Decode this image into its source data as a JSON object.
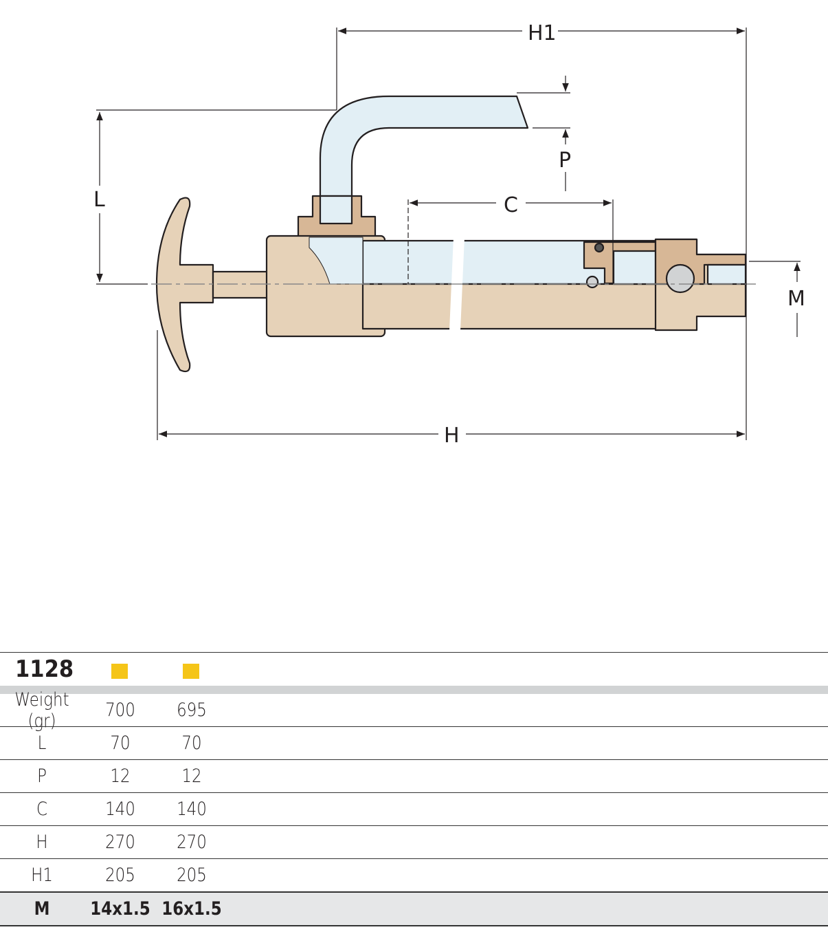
{
  "drawing": {
    "dimension_labels": {
      "H1": "H1",
      "P": "P",
      "L": "L",
      "C": "C",
      "M": "M",
      "H": "H"
    },
    "colors": {
      "body": "#e6d2b8",
      "section": "#d7b796",
      "fluid": "#e2eff5",
      "outline": "#231f20"
    }
  },
  "table": {
    "model": "1128",
    "swatch_color": "#f5c518",
    "rows": [
      {
        "label": "Weight (gr)",
        "v1": "700",
        "v2": "695"
      },
      {
        "label": "L",
        "v1": "70",
        "v2": "70"
      },
      {
        "label": "P",
        "v1": "12",
        "v2": "12"
      },
      {
        "label": "C",
        "v1": "140",
        "v2": "140"
      },
      {
        "label": "H",
        "v1": "270",
        "v2": "270"
      },
      {
        "label": "H1",
        "v1": "205",
        "v2": "205"
      },
      {
        "label": "M",
        "v1": "14x1.5",
        "v2": "16x1.5"
      }
    ]
  }
}
